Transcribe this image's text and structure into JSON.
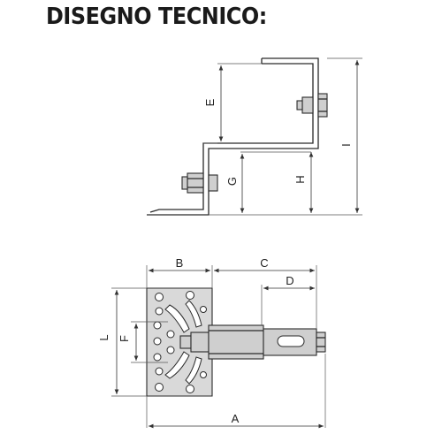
{
  "title": "DISEGNO TECNICO:",
  "side_view": {
    "labels": {
      "E": "E",
      "G": "G",
      "H": "H",
      "I": "I"
    }
  },
  "top_view": {
    "labels": {
      "B": "B",
      "C": "C",
      "D": "D",
      "L": "L",
      "F": "F",
      "A": "A"
    }
  }
}
